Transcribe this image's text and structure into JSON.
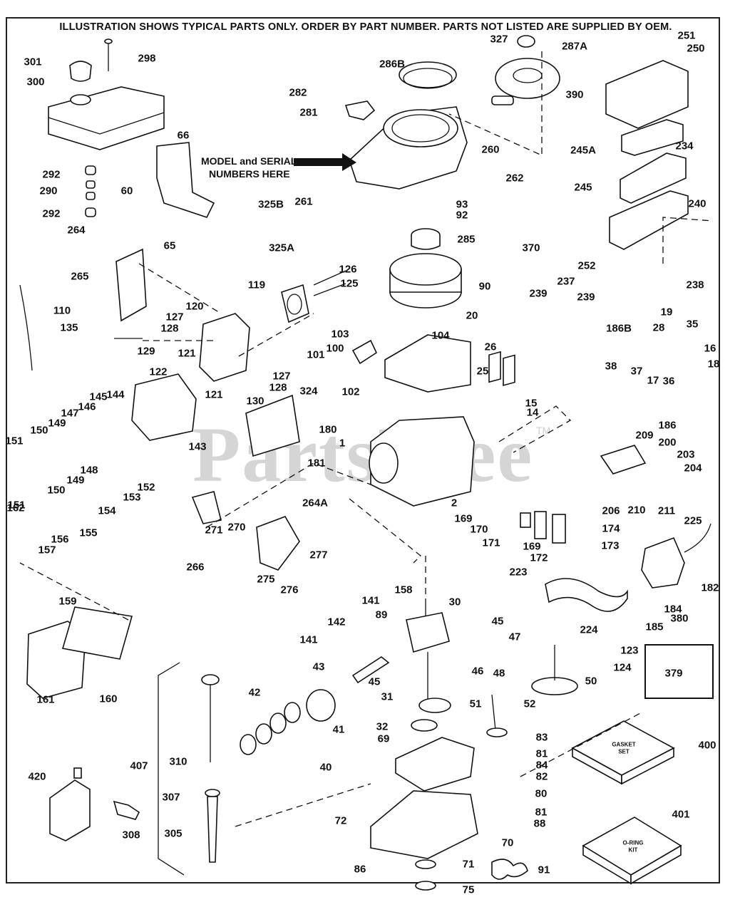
{
  "header": {
    "notice": "ILLUSTRATION SHOWS TYPICAL PARTS ONLY. ORDER BY PART NUMBER. PARTS NOT LISTED ARE SUPPLIED BY OEM."
  },
  "annotation": {
    "model_serial_line1": "MODEL and SERIAL",
    "model_serial_line2": "NUMBERS HERE"
  },
  "watermark": {
    "text": "PartsTree",
    "trademark": "TM"
  },
  "kits": {
    "gasket_set": {
      "line1": "GASKET",
      "line2": "SET",
      "part": "400"
    },
    "oring_kit": {
      "line1": "O-RING",
      "line2": "KIT",
      "part": "401"
    }
  },
  "callouts": [
    {
      "id": "301"
    },
    {
      "id": "298"
    },
    {
      "id": "300"
    },
    {
      "id": "66"
    },
    {
      "id": "292"
    },
    {
      "id": "290"
    },
    {
      "id": "292"
    },
    {
      "id": "60"
    },
    {
      "id": "264"
    },
    {
      "id": "65"
    },
    {
      "id": "265"
    },
    {
      "id": "110"
    },
    {
      "id": "135"
    },
    {
      "id": "120"
    },
    {
      "id": "127"
    },
    {
      "id": "128"
    },
    {
      "id": "129"
    },
    {
      "id": "121"
    },
    {
      "id": "122"
    },
    {
      "id": "121"
    },
    {
      "id": "127"
    },
    {
      "id": "128"
    },
    {
      "id": "130"
    },
    {
      "id": "119"
    },
    {
      "id": "126"
    },
    {
      "id": "125"
    },
    {
      "id": "286B"
    },
    {
      "id": "282"
    },
    {
      "id": "281"
    },
    {
      "id": "260"
    },
    {
      "id": "261"
    },
    {
      "id": "325B"
    },
    {
      "id": "325A"
    },
    {
      "id": "262"
    },
    {
      "id": "93"
    },
    {
      "id": "92"
    },
    {
      "id": "285"
    },
    {
      "id": "370"
    },
    {
      "id": "90"
    },
    {
      "id": "20"
    },
    {
      "id": "327"
    },
    {
      "id": "287A"
    },
    {
      "id": "390"
    },
    {
      "id": "251"
    },
    {
      "id": "250"
    },
    {
      "id": "245A"
    },
    {
      "id": "234"
    },
    {
      "id": "245"
    },
    {
      "id": "240"
    },
    {
      "id": "252"
    },
    {
      "id": "237"
    },
    {
      "id": "239"
    },
    {
      "id": "239"
    },
    {
      "id": "238"
    },
    {
      "id": "19"
    },
    {
      "id": "186B"
    },
    {
      "id": "28"
    },
    {
      "id": "35"
    },
    {
      "id": "16"
    },
    {
      "id": "18"
    },
    {
      "id": "38"
    },
    {
      "id": "17"
    },
    {
      "id": "36"
    },
    {
      "id": "37"
    },
    {
      "id": "103"
    },
    {
      "id": "104"
    },
    {
      "id": "26"
    },
    {
      "id": "100"
    },
    {
      "id": "101"
    },
    {
      "id": "25"
    },
    {
      "id": "324"
    },
    {
      "id": "102"
    },
    {
      "id": "15"
    },
    {
      "id": "14"
    },
    {
      "id": "186"
    },
    {
      "id": "209"
    },
    {
      "id": "200"
    },
    {
      "id": "203"
    },
    {
      "id": "204"
    },
    {
      "id": "206"
    },
    {
      "id": "210"
    },
    {
      "id": "211"
    },
    {
      "id": "145"
    },
    {
      "id": "144"
    },
    {
      "id": "147"
    },
    {
      "id": "146"
    },
    {
      "id": "149"
    },
    {
      "id": "150"
    },
    {
      "id": "151"
    },
    {
      "id": "143"
    },
    {
      "id": "148"
    },
    {
      "id": "149"
    },
    {
      "id": "150"
    },
    {
      "id": "151"
    },
    {
      "id": "152"
    },
    {
      "id": "153"
    },
    {
      "id": "154"
    },
    {
      "id": "162"
    },
    {
      "id": "155"
    },
    {
      "id": "156"
    },
    {
      "id": "157"
    },
    {
      "id": "180"
    },
    {
      "id": "1"
    },
    {
      "id": "181"
    },
    {
      "id": "2"
    },
    {
      "id": "169"
    },
    {
      "id": "170"
    },
    {
      "id": "171"
    },
    {
      "id": "169"
    },
    {
      "id": "172"
    },
    {
      "id": "174"
    },
    {
      "id": "173"
    },
    {
      "id": "223"
    },
    {
      "id": "225"
    },
    {
      "id": "264A"
    },
    {
      "id": "270"
    },
    {
      "id": "271"
    },
    {
      "id": "266"
    },
    {
      "id": "275"
    },
    {
      "id": "277"
    },
    {
      "id": "276"
    },
    {
      "id": "158"
    },
    {
      "id": "141"
    },
    {
      "id": "89"
    },
    {
      "id": "30"
    },
    {
      "id": "142"
    },
    {
      "id": "141"
    },
    {
      "id": "184"
    },
    {
      "id": "185"
    },
    {
      "id": "380"
    },
    {
      "id": "182"
    },
    {
      "id": "224"
    },
    {
      "id": "123"
    },
    {
      "id": "124"
    },
    {
      "id": "379"
    },
    {
      "id": "159"
    },
    {
      "id": "160"
    },
    {
      "id": "161"
    },
    {
      "id": "45"
    },
    {
      "id": "47"
    },
    {
      "id": "46"
    },
    {
      "id": "48"
    },
    {
      "id": "43"
    },
    {
      "id": "45"
    },
    {
      "id": "50"
    },
    {
      "id": "42"
    },
    {
      "id": "41"
    },
    {
      "id": "31"
    },
    {
      "id": "51"
    },
    {
      "id": "52"
    },
    {
      "id": "32"
    },
    {
      "id": "40"
    },
    {
      "id": "69"
    },
    {
      "id": "83"
    },
    {
      "id": "81"
    },
    {
      "id": "84"
    },
    {
      "id": "82"
    },
    {
      "id": "80"
    },
    {
      "id": "81"
    },
    {
      "id": "88"
    },
    {
      "id": "72"
    },
    {
      "id": "70"
    },
    {
      "id": "86"
    },
    {
      "id": "71"
    },
    {
      "id": "91"
    },
    {
      "id": "75"
    },
    {
      "id": "407"
    },
    {
      "id": "310"
    },
    {
      "id": "307"
    },
    {
      "id": "305"
    },
    {
      "id": "420"
    },
    {
      "id": "308"
    },
    {
      "id": "400"
    },
    {
      "id": "401"
    }
  ]
}
